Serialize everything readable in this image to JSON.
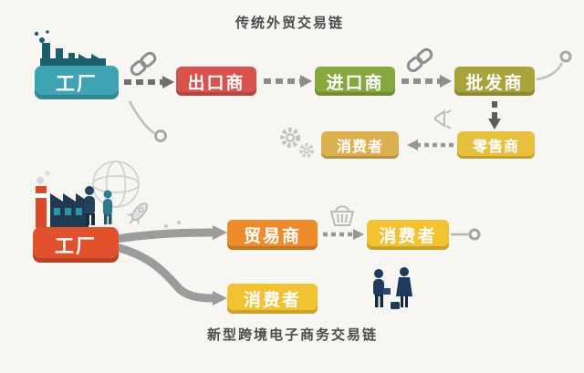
{
  "canvas": {
    "background": "#f7f6f3"
  },
  "top_chain": {
    "title": "传统外贸交易链",
    "nodes": {
      "factory": {
        "label": "工厂",
        "color": "#3ea3b3"
      },
      "exporter": {
        "label": "出口商",
        "color": "#d8534b"
      },
      "importer": {
        "label": "进口商",
        "color": "#86a83e"
      },
      "wholesaler": {
        "label": "批发商",
        "color": "#a9a33c"
      },
      "retailer": {
        "label": "零售商",
        "color": "#e6bf3c"
      },
      "consumer": {
        "label": "消费者",
        "color": "#dcb050"
      }
    }
  },
  "bottom_chain": {
    "title": "新型跨境电子商务交易链",
    "nodes": {
      "factory": {
        "label": "工厂",
        "color": "#e2512e"
      },
      "trader": {
        "label": "贸易商",
        "color": "#ee8c2b"
      },
      "consumer_via_trader": {
        "label": "消费者",
        "color": "#f2c233"
      },
      "consumer_direct": {
        "label": "消费者",
        "color": "#f2c233"
      }
    }
  },
  "decorations": {
    "icons": [
      "factory-icon",
      "chain-link-icon",
      "gears-icon",
      "megaphone-icon",
      "globe-icon",
      "workers-icon",
      "rocket-icon",
      "shopping-basket-icon",
      "business-people-icon",
      "ring-endpoint"
    ],
    "arrow_color": "#8d8d8d",
    "thick_arrow_color": "#9c9c9c"
  }
}
